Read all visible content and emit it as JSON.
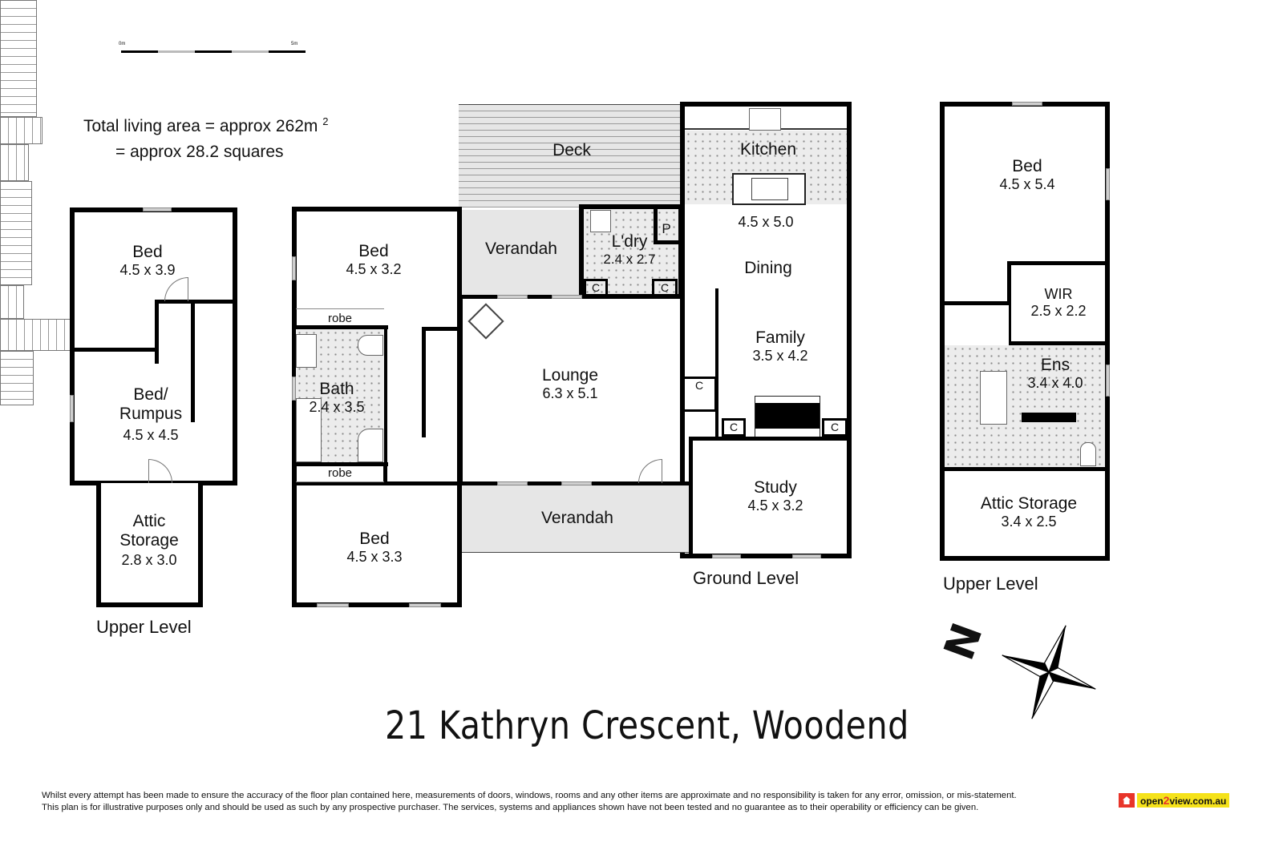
{
  "scale_bar": {
    "start_label": "0m",
    "end_label": "5m"
  },
  "summary": {
    "line1": "Total living area = approx 262m",
    "superscript": "2",
    "line2": "= approx 28.2 squares"
  },
  "address": "21 Kathryn Crescent, Woodend",
  "levels": {
    "upper_left": "Upper Level",
    "ground": "Ground Level",
    "upper_right": "Upper Level"
  },
  "rooms": {
    "upper_left_bed": {
      "name": "Bed",
      "dim": "4.5 x 3.9"
    },
    "upper_left_rumpus": {
      "name": "Bed/",
      "name2": "Rumpus",
      "dim": "4.5 x 4.5"
    },
    "upper_left_attic": {
      "name": "Attic",
      "name2": "Storage",
      "dim": "2.8 x 3.0"
    },
    "ground_bed1": {
      "name": "Bed",
      "dim": "4.5 x 3.2"
    },
    "ground_robe1": {
      "name": "robe"
    },
    "ground_bath": {
      "name": "Bath",
      "dim": "2.4 x 3.5"
    },
    "ground_robe2": {
      "name": "robe"
    },
    "ground_bed2": {
      "name": "Bed",
      "dim": "4.5 x 3.3"
    },
    "deck": {
      "name": "Deck"
    },
    "verandah_rear": {
      "name": "Verandah"
    },
    "laundry": {
      "name": "L'dry",
      "dim": "2.4 x 2.7"
    },
    "pantry": {
      "name": "P"
    },
    "cupboard": {
      "name": "C"
    },
    "kitchen": {
      "name": "Kitchen",
      "dim": "4.5 x 5.0"
    },
    "dining": {
      "name": "Dining"
    },
    "lounge": {
      "name": "Lounge",
      "dim": "6.3 x 5.1"
    },
    "family": {
      "name": "Family",
      "dim": "3.5 x 4.2"
    },
    "verandah_front": {
      "name": "Verandah"
    },
    "study": {
      "name": "Study",
      "dim": "4.5 x 3.2"
    },
    "upper_right_bed": {
      "name": "Bed",
      "dim": "4.5 x 5.4"
    },
    "wir": {
      "name": "WIR",
      "dim": "2.5 x 2.2"
    },
    "ensuite": {
      "name": "Ens",
      "dim": "3.4 x 4.0"
    },
    "upper_right_attic": {
      "name": "Attic Storage",
      "dim": "3.4 x 2.5"
    }
  },
  "compass": {
    "north_label": "N"
  },
  "disclaimer": {
    "line1": "Whilst every attempt has been made to ensure the accuracy of the floor plan contained here, measurements of doors, windows, rooms and any other items are approximate and no responsibility is taken for any error, omission, or mis-statement.",
    "line2": "This plan is for illustrative purposes only and should be used as such by any prospective purchaser. The services, systems and appliances shown have not been tested and no guarantee as to their operability or efficiency can be given."
  },
  "logo": {
    "text_a": "open",
    "text_b": "2",
    "text_c": "view.com.au",
    "bg": "#f5e21a",
    "accent": "#e8352a"
  }
}
